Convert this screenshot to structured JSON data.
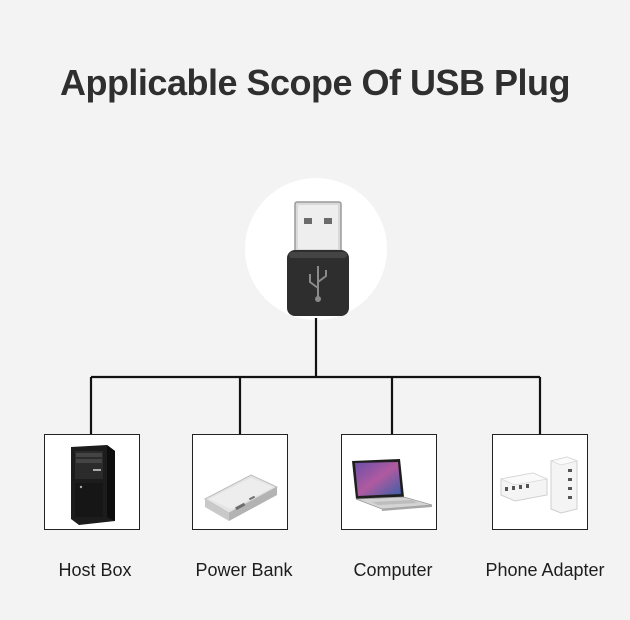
{
  "title": "Applicable Scope Of USB Plug",
  "center": {
    "icon": "usb-plug-icon"
  },
  "devices": [
    {
      "label": "Host Box",
      "icon": "host-box-icon"
    },
    {
      "label": "Power Bank",
      "icon": "power-bank-icon"
    },
    {
      "label": "Computer",
      "icon": "computer-icon"
    },
    {
      "label": "Phone Adapter",
      "icon": "phone-adapter-icon"
    }
  ]
}
